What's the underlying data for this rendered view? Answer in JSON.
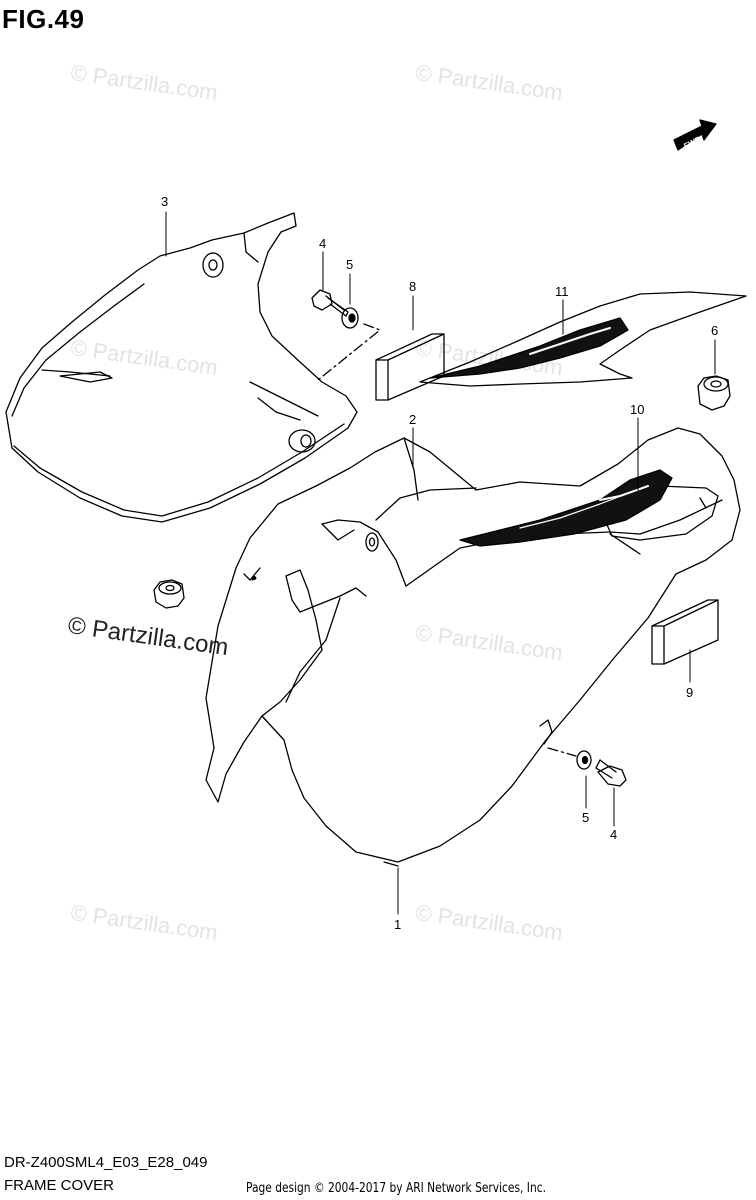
{
  "figure": {
    "title": "FIG.49",
    "code": "DR-Z400SML4_E03_E28_049",
    "name": "FRAME COVER",
    "credit": "Page design © 2004-2017 by ARI Network Services, Inc."
  },
  "watermark": {
    "text": "© Partzilla.com",
    "main_text": "© Partzilla.com"
  },
  "fwd_label": "FWD",
  "callouts": {
    "c1": "1",
    "c2": "2",
    "c3": "3",
    "c4a": "4",
    "c5a": "5",
    "c6": "6",
    "c8": "8",
    "c9": "9",
    "c10": "10",
    "c11": "11",
    "c4b": "4",
    "c5b": "5"
  }
}
